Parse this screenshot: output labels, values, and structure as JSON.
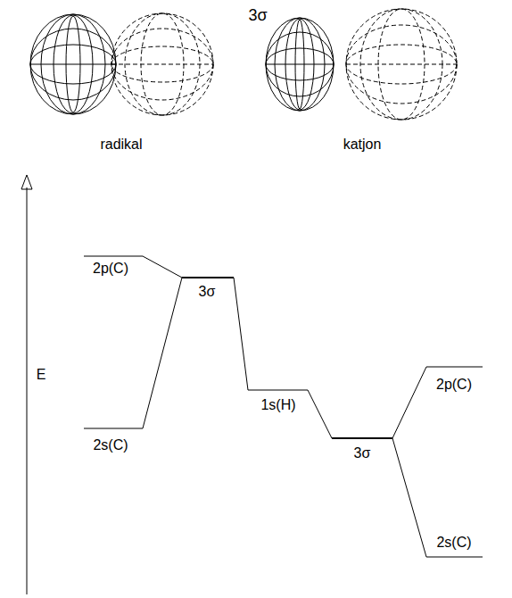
{
  "diagram": {
    "title": "3σ",
    "labels": [
      "radikal",
      "katjon",
      "E",
      "2p(C)",
      "2s(C)",
      "3σ",
      "1s(H)",
      "3σ",
      "2p(C)",
      "2s(C)"
    ]
  }
}
